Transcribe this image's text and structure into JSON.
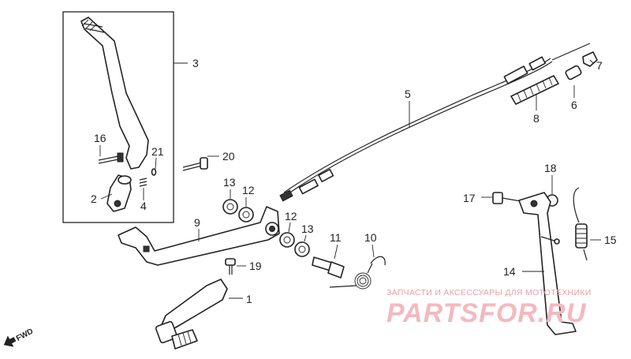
{
  "diagram": {
    "callouts": {
      "c1": "1",
      "c2": "2",
      "c3": "3",
      "c4": "4",
      "c5": "5",
      "c6": "6",
      "c7": "7",
      "c8": "8",
      "c9": "9",
      "c10": "10",
      "c11": "11",
      "c12a": "12",
      "c12b": "12",
      "c13a": "13",
      "c13b": "13",
      "c14": "14",
      "c15": "15",
      "c16": "16",
      "c17": "17",
      "c18": "18",
      "c19": "19",
      "c20": "20",
      "c21": "21"
    },
    "direction_label": "FWD"
  },
  "watermark": {
    "subtitle": "ЗАПЧАСТИ И АКСЕССУАРЫ ДЛЯ МОТОТЕХНИКИ",
    "logo": "PARTSFOR.RU"
  }
}
